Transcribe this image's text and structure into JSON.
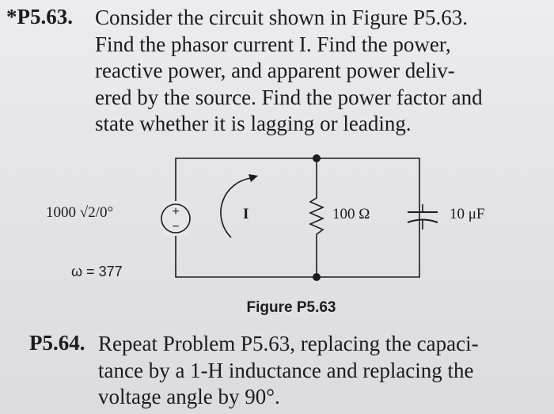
{
  "problem_p5_63": {
    "number": "*P5.63.",
    "lines": [
      "Consider the circuit shown in Figure P5.63.",
      "Find the phasor current I. Find the power,",
      "reactive power, and apparent power deliv-",
      "ered by the source. Find the power factor and",
      "state whether it is lagging or leading."
    ]
  },
  "circuit": {
    "source_label": "1000 √2/0°",
    "frequency_label": "ω = 377",
    "current_label": "I",
    "resistor_label": "100 Ω",
    "capacitor_label": "10 μF",
    "polarity_plus": "+",
    "polarity_minus": "−"
  },
  "figure_caption": "Figure P5.63",
  "problem_p5_64": {
    "number": "P5.64.",
    "lines": [
      "Repeat Problem P5.63, replacing the capaci-",
      "tance by a 1-H inductance and replacing the",
      "voltage angle by 90°."
    ]
  },
  "colors": {
    "ink": "#1c1c1f",
    "paper": "#e6e6e9"
  }
}
